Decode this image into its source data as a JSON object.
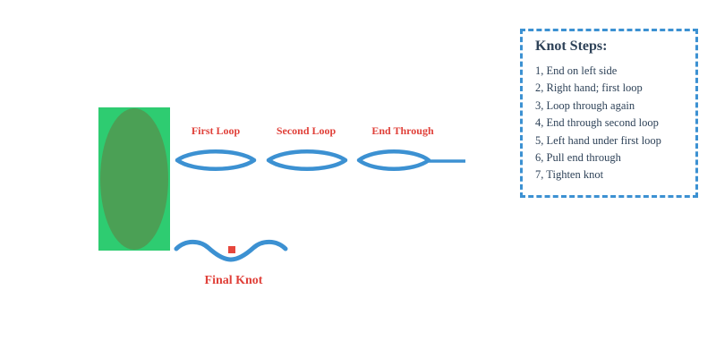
{
  "diagram": {
    "loop_labels": {
      "first": "First Loop",
      "second": "Second Loop",
      "end_through": "End Through"
    },
    "final_knot_label": "Final Knot"
  },
  "steps_panel": {
    "title": "Knot Steps:",
    "items": [
      "1, End on left side",
      "2, Right hand; first loop",
      "3, Loop through again",
      "4, End through second loop",
      "5, Left hand under first loop",
      "6, Pull end through",
      "7, Tighten knot"
    ]
  },
  "colors": {
    "rope_blue": "#3c91d2",
    "label_red": "#e0413a",
    "knot_dot_red": "#e6463c",
    "spool_green": "#2ecc71",
    "spool_ellipse_green": "#4ba055",
    "steps_text_navy": "#2e4258",
    "background": "#ffffff"
  }
}
